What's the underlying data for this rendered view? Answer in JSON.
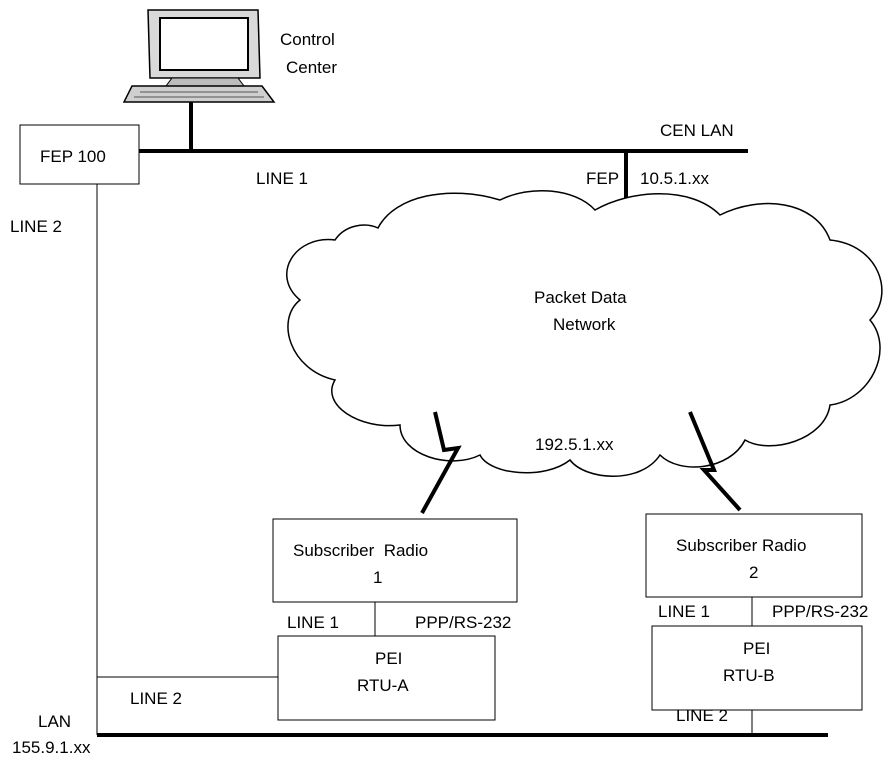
{
  "control_center": {
    "line1": "Control",
    "line2": "Center",
    "icon": "computer-icon"
  },
  "fep100": {
    "label": "FEP 100"
  },
  "cen_lan": {
    "label": "CEN LAN",
    "address": "10.5.1.xx",
    "fep_label": "FEP"
  },
  "labels": {
    "line1_top": "LINE 1",
    "line2_left": "LINE 2",
    "radio_net": "192.5.1.xx",
    "line1_a": "LINE 1",
    "ppp_a": "PPP/RS-232",
    "line2_a": "LINE 2",
    "line1_b": "LINE 1",
    "ppp_b": "PPP/RS-232",
    "line2_b": "LINE 2"
  },
  "cloud": {
    "line1": "Packet Data",
    "line2": "Network"
  },
  "radio1": {
    "line1": "Subscriber  Radio",
    "line2": "1"
  },
  "radio2": {
    "line1": "Subscriber Radio",
    "line2": "2"
  },
  "rtu_a": {
    "line1": "PEI",
    "line2": "RTU-A"
  },
  "rtu_b": {
    "line1": "PEI",
    "line2": "RTU-B"
  },
  "lan": {
    "label": "LAN",
    "address": "155.9.1.xx"
  }
}
